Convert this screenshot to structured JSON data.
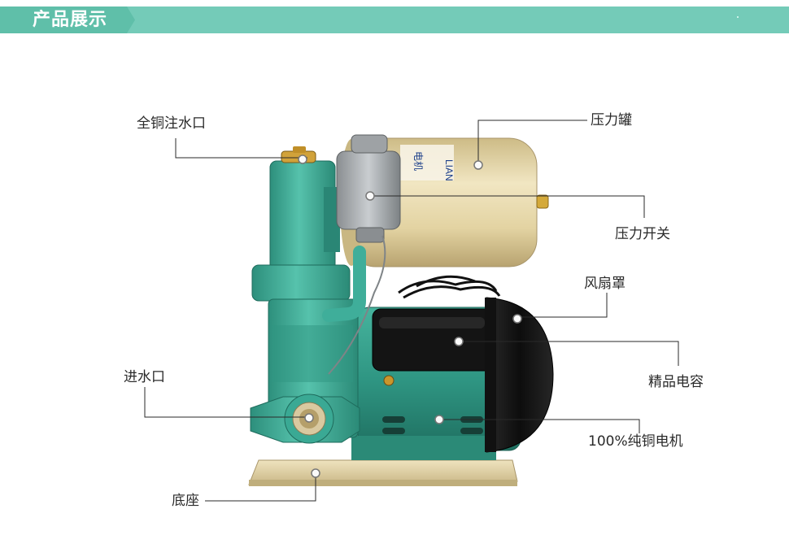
{
  "header": {
    "title": "产品展示"
  },
  "tank_brand": {
    "logo_text": "LIAN",
    "model_text": "电机"
  },
  "callouts": {
    "copper_inlet": "全铜注水口",
    "pressure_tank": "压力罐",
    "pressure_switch": "压力开关",
    "fan_cover": "风扇罩",
    "water_inlet": "进水口",
    "capacitor": "精品电容",
    "copper_motor": "100%纯铜电机",
    "base": "底座"
  },
  "colors": {
    "banner": "#74cbb8",
    "banner_tab": "#5fbfa9",
    "pump_green": "#3fae9a",
    "tank_beige": "#e4d6a8",
    "motor_black": "#151515"
  }
}
